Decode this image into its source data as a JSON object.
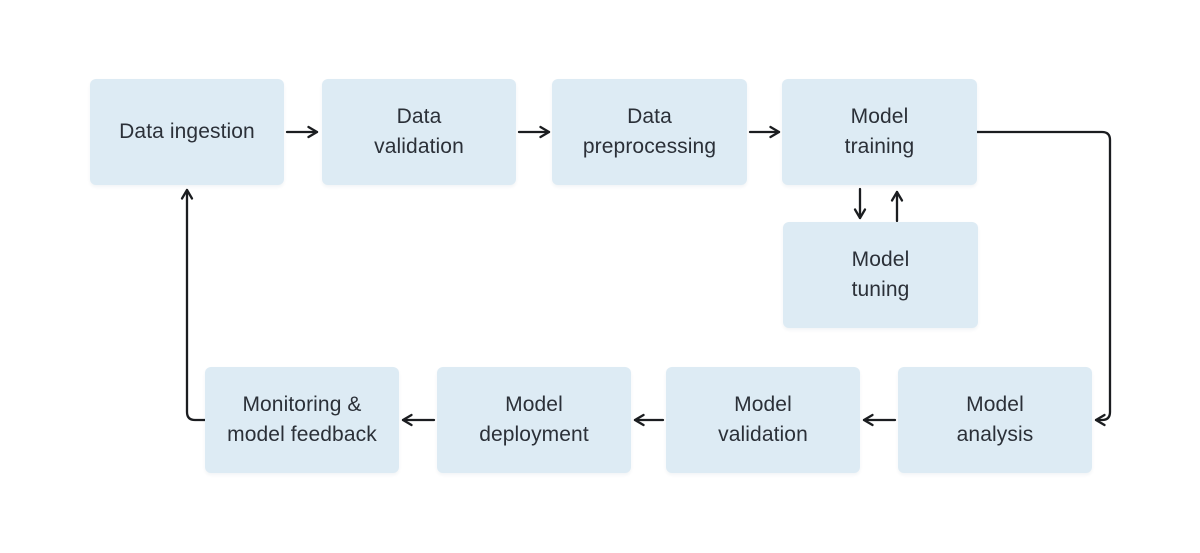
{
  "diagram": {
    "type": "flowchart",
    "description": "ML pipeline flow diagram",
    "colors": {
      "background": "#ffffff",
      "node_fill": "#ddebf4",
      "text": "#2b3038",
      "arrow": "#1b1d20"
    },
    "nodes": [
      {
        "id": "data-ingestion",
        "label": "Data ingestion"
      },
      {
        "id": "data-validation",
        "label": "Data\nvalidation"
      },
      {
        "id": "data-preprocessing",
        "label": "Data\npreprocessing"
      },
      {
        "id": "model-training",
        "label": "Model\ntraining"
      },
      {
        "id": "model-tuning",
        "label": "Model\ntuning"
      },
      {
        "id": "monitoring-model-feedback",
        "label": "Monitoring &\nmodel feedback"
      },
      {
        "id": "model-deployment",
        "label": "Model\ndeployment"
      },
      {
        "id": "model-validation",
        "label": "Model\nvalidation"
      },
      {
        "id": "model-analysis",
        "label": "Model\nanalysis"
      }
    ],
    "edges": [
      {
        "from": "data-ingestion",
        "to": "data-validation"
      },
      {
        "from": "data-validation",
        "to": "data-preprocessing"
      },
      {
        "from": "data-preprocessing",
        "to": "model-training"
      },
      {
        "from": "model-training",
        "to": "model-tuning"
      },
      {
        "from": "model-tuning",
        "to": "model-training"
      },
      {
        "from": "model-training",
        "to": "model-analysis"
      },
      {
        "from": "model-analysis",
        "to": "model-validation"
      },
      {
        "from": "model-validation",
        "to": "model-deployment"
      },
      {
        "from": "model-deployment",
        "to": "monitoring-model-feedback"
      },
      {
        "from": "monitoring-model-feedback",
        "to": "data-ingestion"
      }
    ]
  }
}
